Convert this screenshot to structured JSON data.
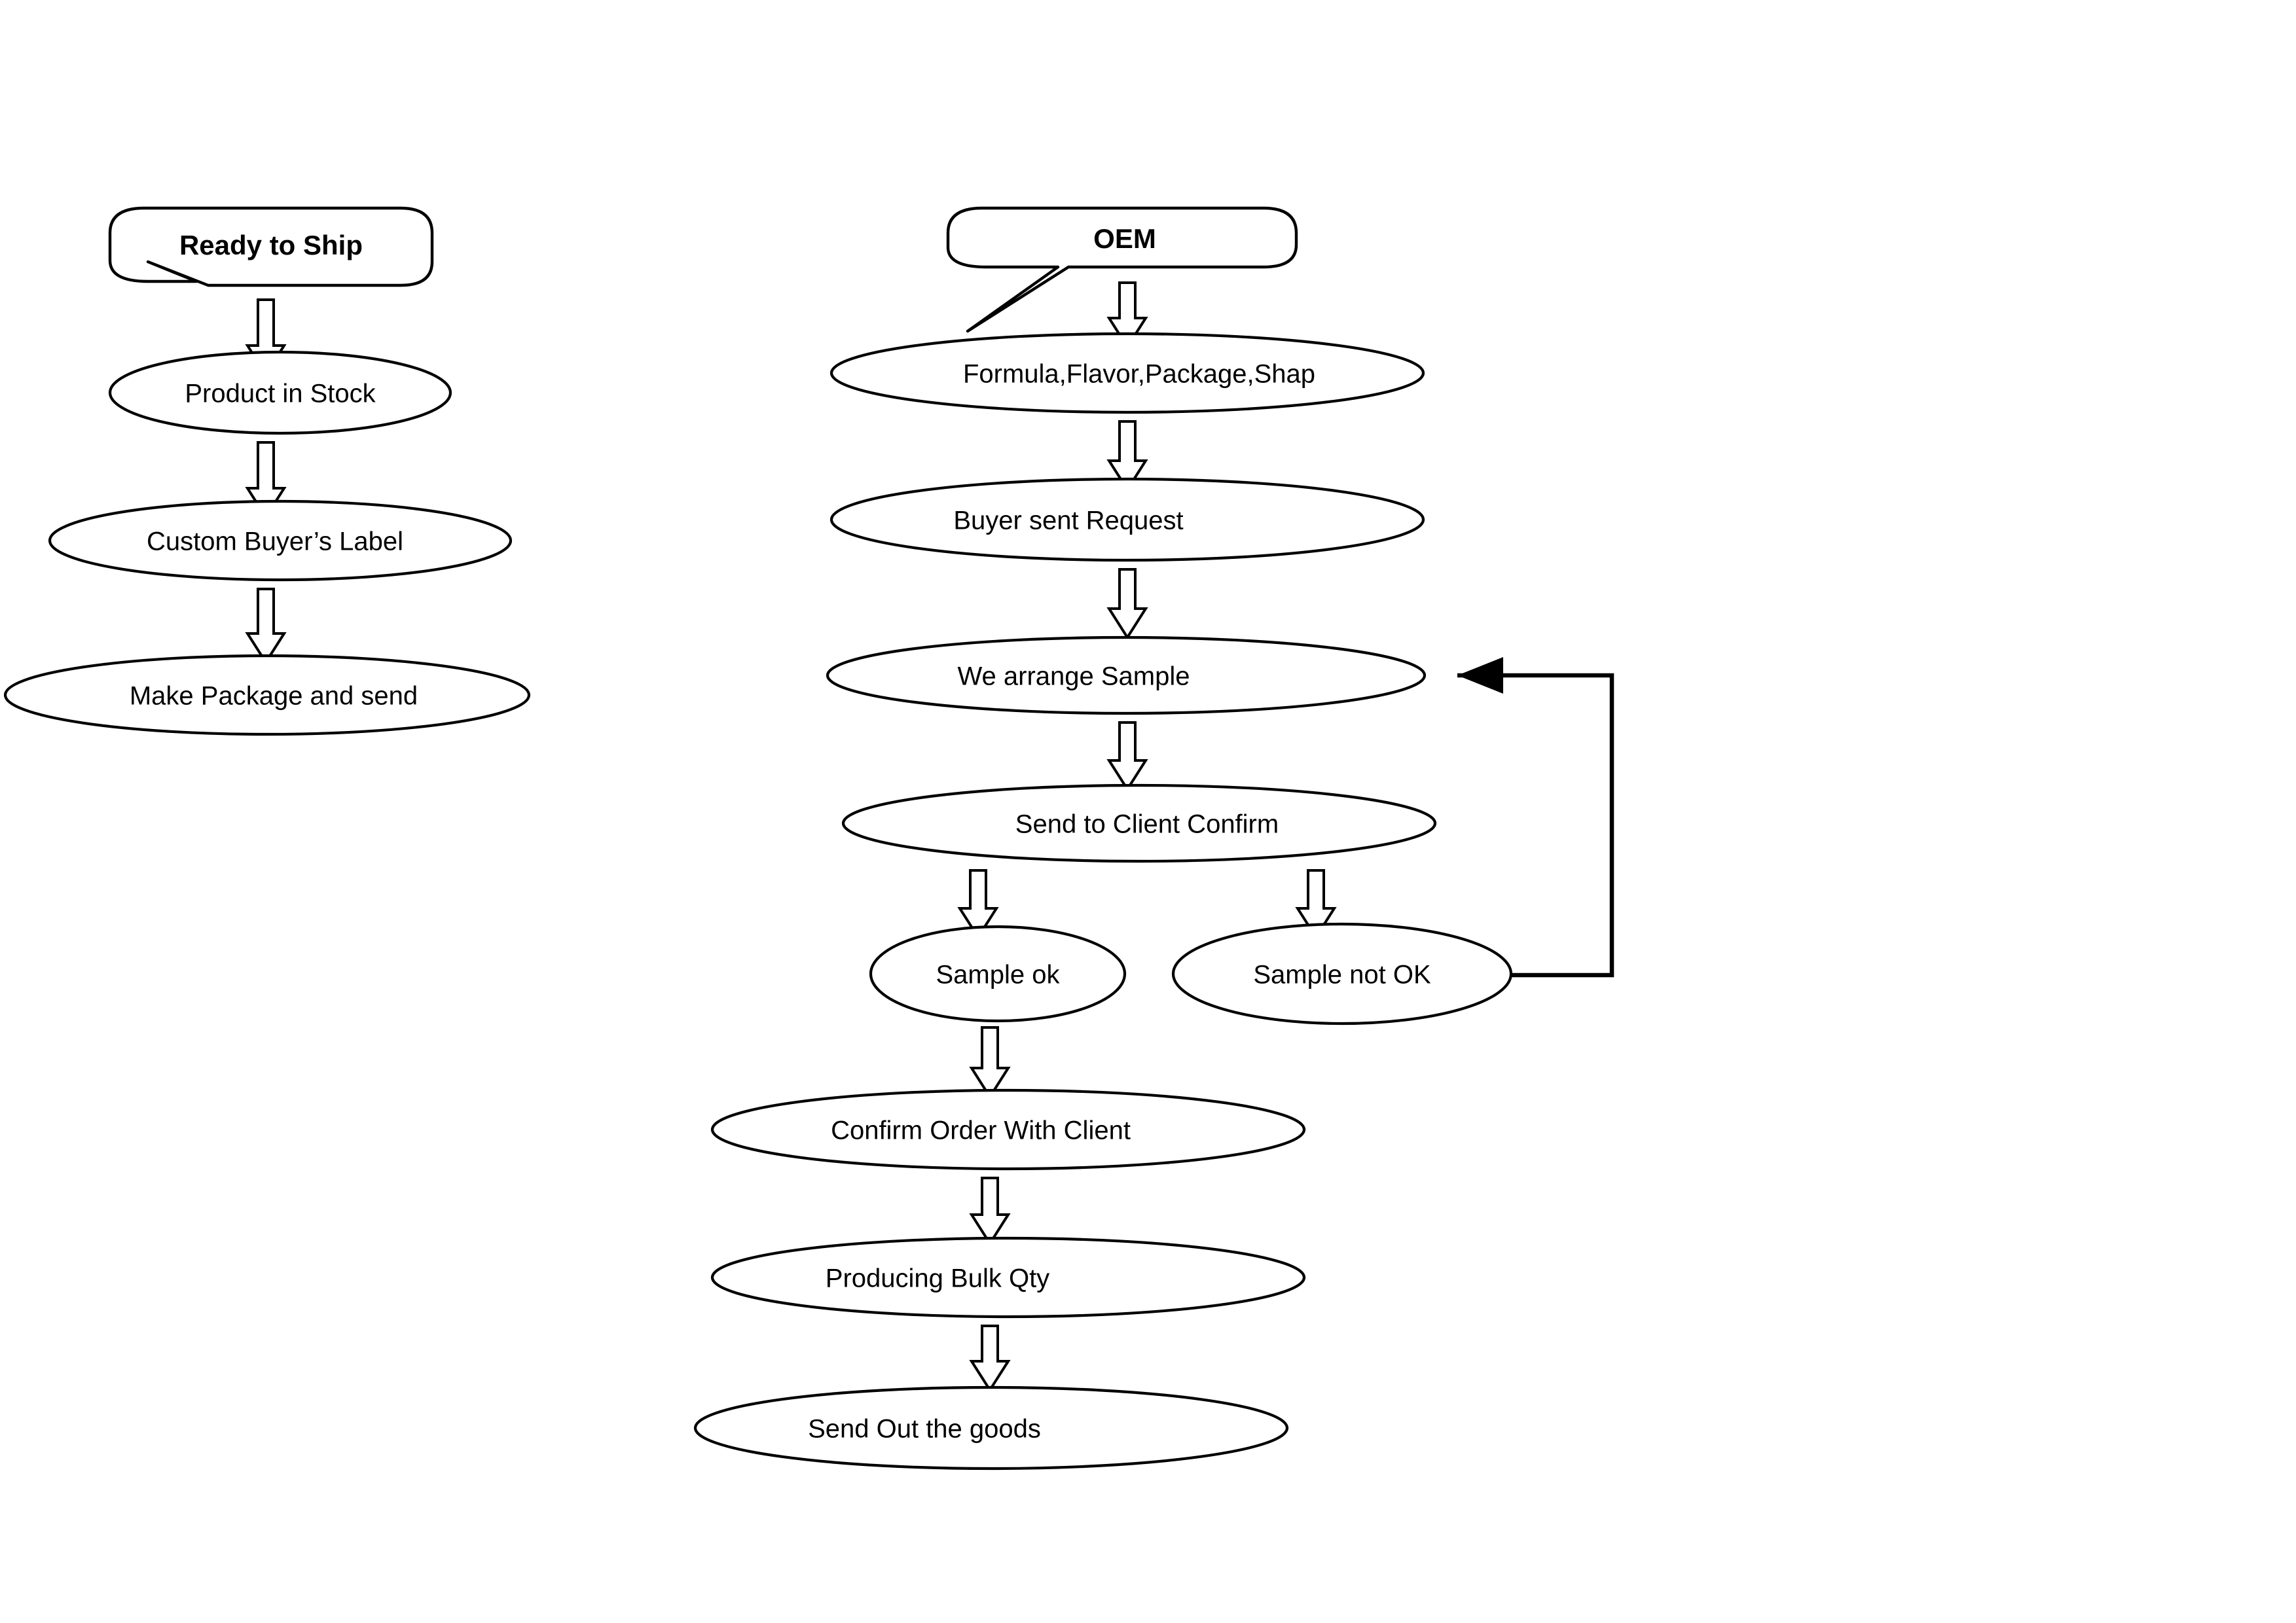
{
  "diagram": {
    "title_left": "Ready  to  Ship",
    "title_right": "OEM",
    "background_color": "#ffffff",
    "line_color": "#000000",
    "text_color": "#000000"
  },
  "ready_to_ship": {
    "callout_label": "Ready   to   Ship",
    "steps": [
      {
        "label": "Product in Stock"
      },
      {
        "label": "Custom Buyer’s Label"
      },
      {
        "label": "Make  Package  and  send"
      }
    ]
  },
  "oem": {
    "callout_label": "OEM",
    "steps": [
      {
        "label": "Formula,Flavor,Package,Shap"
      },
      {
        "label": "Buyer sent Request"
      },
      {
        "label": "We arrange Sample"
      },
      {
        "label": "Send   to Client Confirm"
      },
      {
        "label": "Sample ok"
      },
      {
        "label": "Sample not OK"
      },
      {
        "label": "Confirm Order With Client"
      },
      {
        "label": "Producing Bulk Qty"
      },
      {
        "label": "Send Out the goods"
      }
    ]
  },
  "connectors": {
    "feedback_loop_note": "Sample not OK returns to We arrange Sample"
  }
}
